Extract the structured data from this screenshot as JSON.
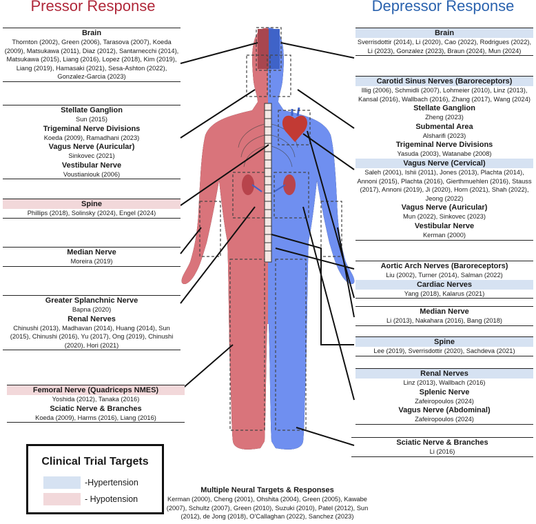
{
  "titles": {
    "pressor": "Pressor Response",
    "depressor": "Depressor Response"
  },
  "left": [
    {
      "id": "l-brain",
      "title": "Brain",
      "citations": "Thornton (2002), Green (2006), Tarasova (2007), Koeda (2009), Matsukawa (2011), Diaz (2012), Santarnecchi (2014), Matsukawa (2015), Liang (2016), Lopez (2018), Kim (2019), Liang (2019), Hamasaki (2021), Sesa-Ashton (2022), Gonzalez-Garcia (2023)"
    },
    {
      "id": "l-stellate",
      "title": "Stellate Ganglion",
      "citations": "Sun (2015)"
    },
    {
      "id": "l-trigeminal",
      "title": "Trigeminal Nerve Divisions",
      "citations": "Koeda (2009), Ramadhani (2023)"
    },
    {
      "id": "l-vagus-aur",
      "title": "Vagus Nerve (Auricular)",
      "citations": "Sinkovec (2021)"
    },
    {
      "id": "l-vestibular",
      "title": "Vestibular Nerve",
      "citations": "Voustianiouk (2006)"
    },
    {
      "id": "l-spine",
      "title": "Spine",
      "citations": "Phillips (2018), Solinsky (2024), Engel (2024)"
    },
    {
      "id": "l-median",
      "title": "Median Nerve",
      "citations": "Moreira (2019)"
    },
    {
      "id": "l-splanchnic",
      "title": "Greater Splanchnic Nerve",
      "citations": "Bapna (2020)"
    },
    {
      "id": "l-renal",
      "title": "Renal Nerves",
      "citations": "Chinushi (2013), Madhavan (2014), Huang (2014), Sun (2015), Chinushi (2016), Yu (2017), Ong (2019), Chinushi (2020), Hori (2021)"
    },
    {
      "id": "l-femoral",
      "title": "Femoral Nerve (Quadriceps NMES)",
      "citations": "Yoshida (2012), Tanaka (2016)"
    },
    {
      "id": "l-sciatic",
      "title": "Sciatic Nerve & Branches",
      "citations": "Koeda (2009), Harms (2016), Liang (2016)"
    }
  ],
  "right": [
    {
      "id": "r-brain",
      "title": "Brain",
      "citations": "Sverrisdottir (2014), Li (2020), Cao (2022), Rodrigues (2022), Li (2023), Gonzalez (2023), Braun (2024), Mun (2024)"
    },
    {
      "id": "r-carotid",
      "title": "Carotid Sinus Nerves (Baroreceptors)",
      "citations": "Illig (2006), Schmidli (2007), Lohmeier (2010), Linz (2013), Kansal (2016), Wallbach (2016), Zhang (2017), Wang (2024)"
    },
    {
      "id": "r-stellate",
      "title": "Stellate Ganglion",
      "citations": "Zheng (2023)"
    },
    {
      "id": "r-submental",
      "title": "Submental Area",
      "citations": "Alsharifi (2023)"
    },
    {
      "id": "r-trigeminal",
      "title": "Trigeminal Nerve Divisions",
      "citations": "Yasuda (2003), Watanabe (2008)"
    },
    {
      "id": "r-vagus-cerv",
      "title": "Vagus Nerve (Cervical)",
      "citations": "Saleh (2001), Ishii (2011), Jones (2013), Plachta (2014), Annoni (2015), Plachta (2016), Gierthmuehlen (2016), Stauss (2017), Annoni (2019), Ji (2020), Horn (2021), Shah (2022), Jeong (2022)"
    },
    {
      "id": "r-vagus-aur",
      "title": "Vagus Nerve (Auricular)",
      "citations": "Mun (2022), Sinkovec (2023)"
    },
    {
      "id": "r-vestibular",
      "title": "Vestibular Nerve",
      "citations": "Kerman (2000)"
    },
    {
      "id": "r-aortic",
      "title": "Aortic Arch Nerves (Baroreceptors)",
      "citations": "Liu (2002), Turner (2014), Salman (2022)"
    },
    {
      "id": "r-cardiac",
      "title": "Cardiac Nerves",
      "citations": "Yang (2018), Kalarus (2021)"
    },
    {
      "id": "r-median",
      "title": "Median Nerve",
      "citations": "Li (2013), Nakahara (2016), Bang (2018)"
    },
    {
      "id": "r-spine",
      "title": "Spine",
      "citations": "Lee (2019), Sverrisdottir (2020), Sachdeva (2021)"
    },
    {
      "id": "r-renal",
      "title": "Renal Nerves",
      "citations": "Linz (2013), Wallbach (2016)"
    },
    {
      "id": "r-splenic",
      "title": "Splenic Nerve",
      "citations": "Zafeiropoulos (2024)"
    },
    {
      "id": "r-vagus-abd",
      "title": "Vagus Nerve (Abdominal)",
      "citations": "Zafeiropoulos (2024)"
    },
    {
      "id": "r-sciatic",
      "title": "Sciatic Nerve & Branches",
      "citations": "Li (2016)"
    }
  ],
  "legend": {
    "title": "Clinical Trial Targets",
    "blue_label": "-Hypertension",
    "pink_label": "- Hypotension"
  },
  "bottom": {
    "title": "Multiple Neural Targets & Responses",
    "citations": "Kerman (2000), Cheng (2001), Ohshita (2004), Green (2005), Kawabe (2007), Schultz (2007), Green (2010), Suzuki (2010), Patel (2012), Sun (2012), de Jong (2018), O'Callaghan (2022), Sanchez (2023)"
  },
  "colors": {
    "pressor": "#d9747b",
    "depressor": "#6f8ff0",
    "hyper": "#d6e2f2",
    "hypo": "#f2d8da"
  }
}
